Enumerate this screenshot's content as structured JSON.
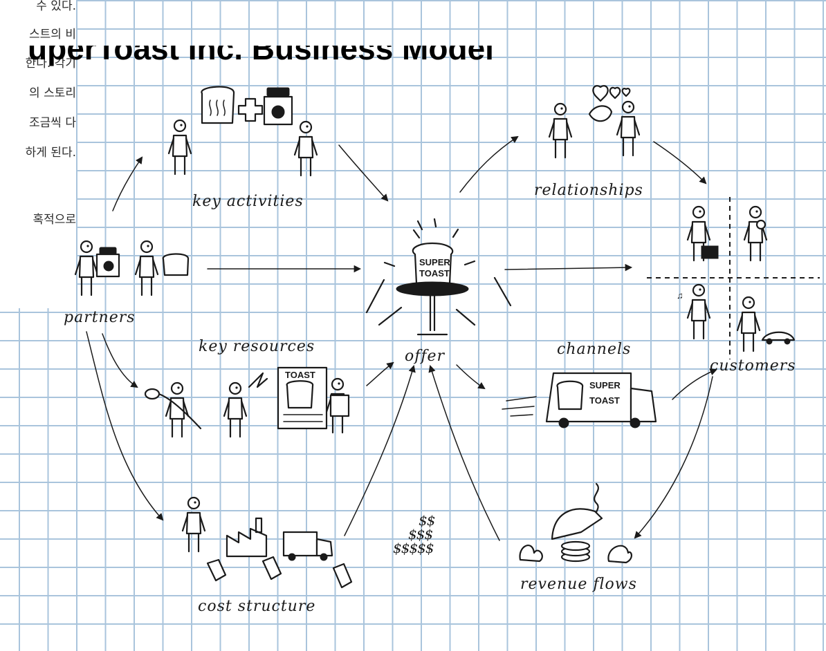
{
  "korean_fragments": [
    "수 있다.",
    "스트의 비",
    "한다. 각기",
    "의 스토리",
    "조금씩 다",
    "하게 된다.",
    "혹적으로"
  ],
  "title": "uperToast Inc. Business Model",
  "labels": {
    "key_activities": "key activities",
    "key_resources": "key resources",
    "partners": "partners",
    "offer": "offer",
    "relationships": "relationships",
    "channels": "channels",
    "customers": "customers",
    "cost_structure": "cost structure",
    "revenue_flows": "revenue flows"
  },
  "drawing_text": {
    "offer_box_line1": "SUPER",
    "offer_box_line2": "TOAST",
    "truck_line1": "SUPER",
    "truck_line2": "TOAST",
    "board_label": "TOAST"
  },
  "colors": {
    "grid": "#a9c4dc",
    "ink": "#1a1a1a",
    "background": "#ffffff"
  }
}
